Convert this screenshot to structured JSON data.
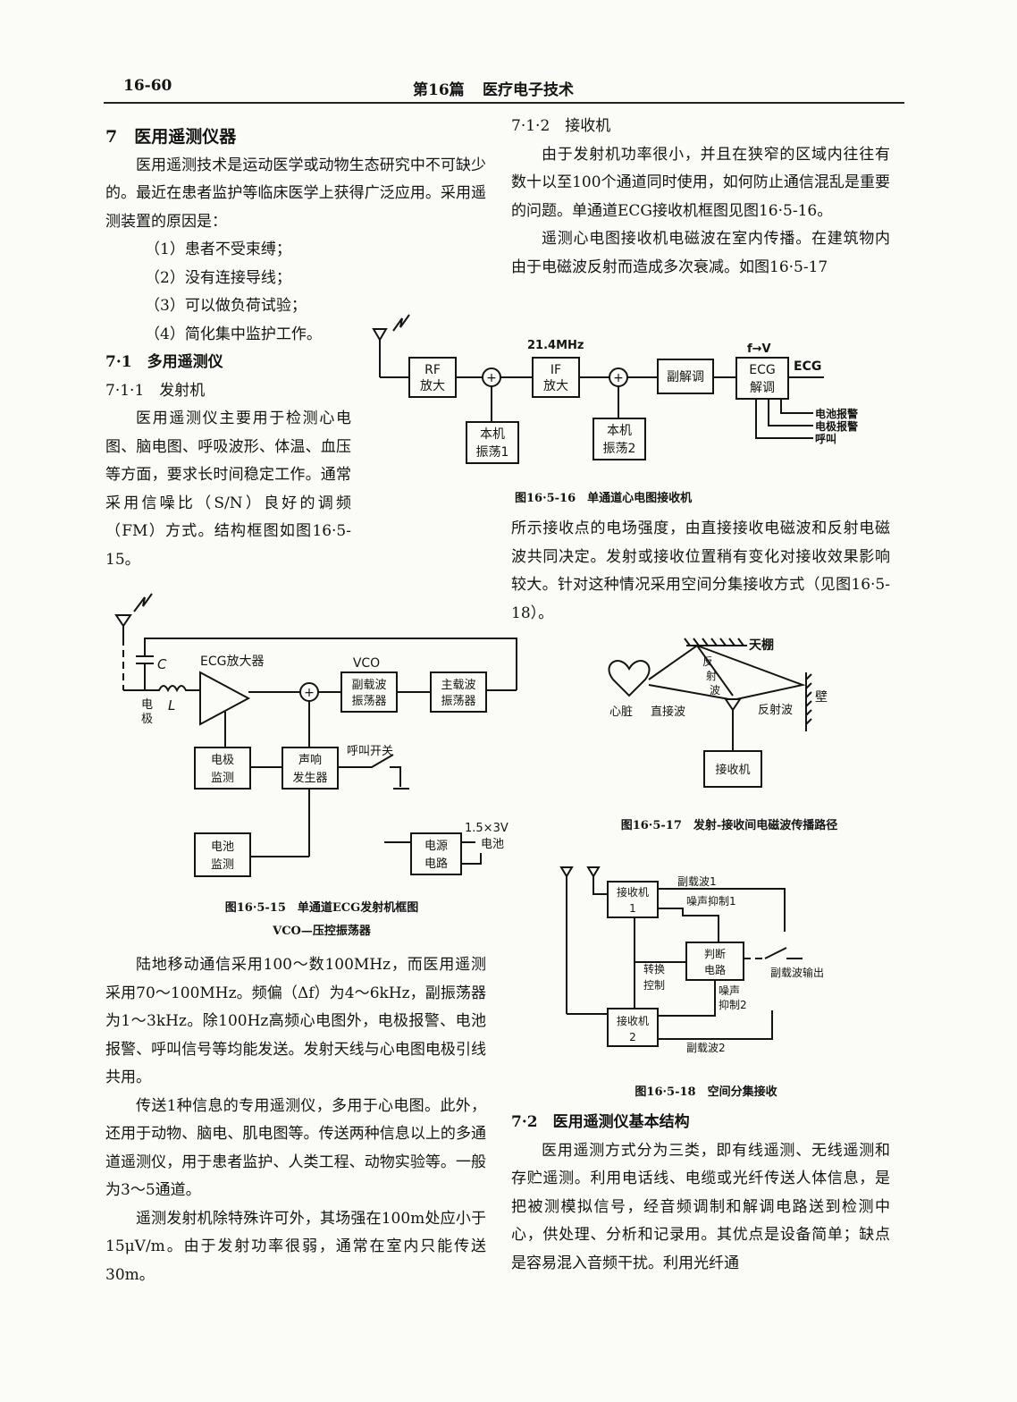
{
  "header": {
    "page_num": "16-60",
    "part": "第16篇",
    "title": "医疗电子技术"
  },
  "left_col": {
    "sec7": "7　医用遥测仪器",
    "p1": "医用遥测技术是运动医学或动物生态研究中不可缺少的。最近在患者监护等临床医学上获得广泛应用。采用遥测装置的原因是：",
    "items": [
      "（1）患者不受束缚；",
      "（2）没有连接导线；",
      "（3）可以做负荷试验；",
      "（4）简化集中监护工作。"
    ],
    "sec71": "7·1　多用遥测仪",
    "sec711": "7·1·1　发射机",
    "p2": "医用遥测仪主要用于检测心电图、脑电图、呼吸波形、体温、血压等方面，要求长时间稳定工作。通常采用信噪比（S/N）良好的调频（FM）方式。结构框图如图16·5-15。",
    "p3": "陆地移动通信采用100～数100MHz，而医用遥测采用70～100MHz。频偏（Δf）为4～6kHz，副振荡器为1～3kHz。除100Hz高频心电图外，电极报警、电池报警、呼叫信号等均能发送。发射天线与心电图电极引线共用。",
    "p4": "传送1种信息的专用遥测仪，多用于心电图。此外，还用于动物、脑电、肌电图等。传送两种信息以上的多通道遥测仪，用于患者监护、人类工程、动物实验等。一般为3～5通道。",
    "p5": "遥测发射机除特殊许可外，其场强在100m处应小于15μV/m。由于发射功率很弱，通常在室内只能传送30m。"
  },
  "right_col": {
    "sec712": "7·1·2　接收机",
    "p1": "由于发射机功率很小，并且在狭窄的区域内往往有数十以至100个通道同时使用，如何防止通信混乱是重要的问题。单通道ECG接收机框图见图16·5-16。",
    "p2": "遥测心电图接收机电磁波在室内传播。在建筑物内由于电磁波反射而造成多次衰减。如图16·5-17",
    "p3": "所示接收点的电场强度，由直接接收电磁波和反射电磁波共同决定。发射或接收位置稍有变化对接收效果影响较大。针对这种情况采用空间分集接收方式（见图16·5-18）。",
    "sec72": "7·2　医用遥测仪基本结构",
    "p4": "医用遥测方式分为三类，即有线遥测、无线遥测和存贮遥测。利用电话线、电缆或光纤传送人体信息，是把被测模拟信号，经音频调制和解调电路送到检测中心，供处理、分析和记录用。其优点是设备简单；缺点是容易混入音频干扰。利用光纤通"
  },
  "fig15": {
    "caption": "图16·5-15　单通道ECG发射机框图",
    "caption2": "VCO—压控振荡器",
    "c": "C",
    "l": "L",
    "electrode": [
      "电",
      "极"
    ],
    "amp": "ECG放大器",
    "vco": "VCO",
    "sub_osc": [
      "副载波",
      "振荡器"
    ],
    "main_osc": [
      "主载波",
      "振荡器"
    ],
    "elec_mon": [
      "电极",
      "监测"
    ],
    "sound_gen": [
      "声响",
      "发生器"
    ],
    "call_sw": "呼叫开关",
    "batt_mon": [
      "电池",
      "监测"
    ],
    "power": [
      "电源",
      "电路"
    ],
    "battery": "1.5×3V",
    "battery2": "电池"
  },
  "fig16": {
    "caption": "图16·5-16　单通道心电图接收机",
    "rf": [
      "RF",
      "放大"
    ],
    "freq": "21.4MHz",
    "if_amp": [
      "IF",
      "放大"
    ],
    "lo1": [
      "本机",
      "振荡1"
    ],
    "lo2": [
      "本机",
      "振荡2"
    ],
    "sub_demod": "副解调",
    "fv": "f→V",
    "ecg_demod": [
      "ECG",
      "解调"
    ],
    "ecg_out": "ECG",
    "outs": [
      "电池报警",
      "电极报警",
      "呼叫"
    ]
  },
  "fig17": {
    "caption": "图16·5-17　发射-接收间电磁波传播路径",
    "ceiling": "天棚",
    "reflect": [
      "反",
      "射",
      "波"
    ],
    "heart": "心脏",
    "direct": "直接波",
    "reflect2": "反射波",
    "wall": "壁",
    "receiver": "接收机"
  },
  "fig18": {
    "caption": "图16·5-18　空间分集接收",
    "rx1": [
      "接收机",
      "1"
    ],
    "rx2": [
      "接收机",
      "2"
    ],
    "sub1": "副载波1",
    "sub2": "副载波2",
    "noise1": "噪声抑制1",
    "noise2": [
      "噪声",
      "抑制2"
    ],
    "judge": [
      "判断",
      "电路"
    ],
    "switch_ctl": [
      "转换",
      "控制"
    ],
    "out": "副载波输出"
  }
}
